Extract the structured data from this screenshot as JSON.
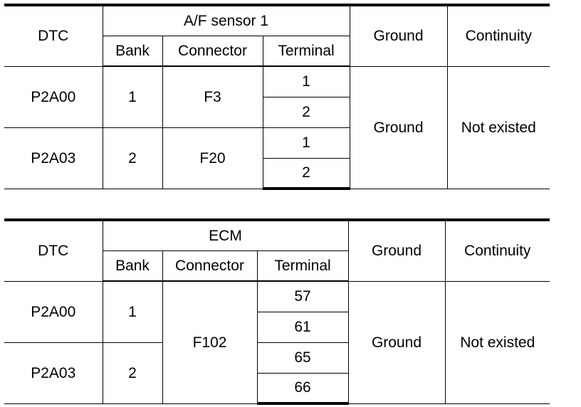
{
  "tables": [
    {
      "headers": {
        "dtc": "DTC",
        "group": "A/F sensor 1",
        "bank": "Bank",
        "connector": "Connector",
        "terminal": "Terminal",
        "ground": "Ground",
        "continuity": "Continuity"
      },
      "rows": [
        {
          "dtc": "P2A00",
          "bank": "1",
          "connector": "F3",
          "terminals": [
            "1",
            "2"
          ]
        },
        {
          "dtc": "P2A03",
          "bank": "2",
          "connector": "F20",
          "terminals": [
            "1",
            "2"
          ]
        }
      ],
      "ground": "Ground",
      "continuity": "Not existed"
    },
    {
      "headers": {
        "dtc": "DTC",
        "group": "ECM",
        "bank": "Bank",
        "connector": "Connector",
        "terminal": "Terminal",
        "ground": "Ground",
        "continuity": "Continuity"
      },
      "rows": [
        {
          "dtc": "P2A00",
          "bank": "1",
          "terminals": [
            "57",
            "61"
          ]
        },
        {
          "dtc": "P2A03",
          "bank": "2",
          "terminals": [
            "65",
            "66"
          ]
        }
      ],
      "connector": "F102",
      "ground": "Ground",
      "continuity": "Not existed"
    }
  ]
}
